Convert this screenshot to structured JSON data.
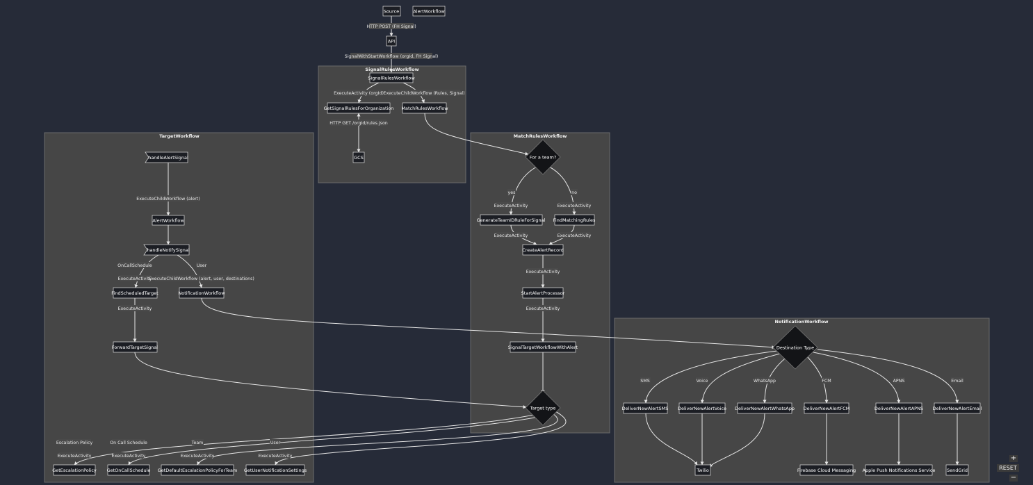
{
  "clusters": {
    "signal_rules": "SignalRulesWorkflow",
    "target": "TargetWorkflow",
    "match_rules": "MatchRulesWorkflow",
    "notification": "NotificationWorkflow"
  },
  "nodes": {
    "source": "Source",
    "alert_workflow_top": "AlertWorkflow",
    "api": "API",
    "signal_rules_workflow": "SignalRulesWorkflow",
    "get_signal_rules": "GetSignalRulesForOrganization",
    "match_rules_workflow": "MatchRulesWorkflow",
    "gcs": "GCS",
    "handle_alert_signal": "handleAlertSignal",
    "alert_workflow": "AlertWorkflow",
    "handle_notify_signal": "handleNotifySignal",
    "find_scheduled_target": "FindScheduledTarget",
    "notification_workflow": "NotificationWorkflow",
    "forward_target_signal": "ForwardTargetSignal",
    "for_a_team": "For a team?",
    "generate_team_id_rule": "GenerateTeamIDRuleForSignal",
    "find_matching_rules": "FindMatchingRules",
    "create_alert_record": "CreateAlertRecord",
    "start_alert_processor": "StartAlertProcessor",
    "signal_target_workflow": "SignalTargetWorkflowWithAlert",
    "target_type": "Target type",
    "destination_type": "Destination Type",
    "deliver_sms": "DeliverNewAlertSMS",
    "deliver_voice": "DeliverNewAlertVoice",
    "deliver_whatsapp": "DeliverNewAlertWhatsApp",
    "deliver_fcm": "DeliverNewAlertFCM",
    "deliver_apns": "DeliverNewAlertAPNS",
    "deliver_email": "DeliverNewAlertEmail",
    "twilio": "Twilio",
    "firebase": "Firebase Cloud Messaging",
    "apple_push": "Apple Push Notifications Service",
    "sendgrid": "SendGrid",
    "get_escalation_policy": "GetEscalationPolicy",
    "get_on_call_schedule": "GetOnCallSchedule",
    "get_default_escalation": "GetDefaultEscalationPolicyForTeam",
    "get_user_notification": "GetUserNotificationSettings"
  },
  "edge_labels": {
    "http_post": "HTTP POST (FH Signal)",
    "signal_with_start": "SignalWithStartWorkflow (orgId, FH Signal)",
    "execute_activity_orgid": "ExecuteActivity (orgId)",
    "execute_child_rules": "ExecuteChildWorkflow (Rules, Signal)",
    "http_get_rules": "HTTP GET /orgId/rules.json",
    "execute_child_alert": "ExecuteChildWorkflow (alert)",
    "on_call_schedule": "OnCallSchedule",
    "user": "User",
    "execute_activity": "ExecuteActivity",
    "execute_child_alert_user_dest": "ExecuteChildWorkflow (alert, user, destinations)",
    "yes": "yes",
    "no": "no",
    "sms": "SMS",
    "voice": "Voice",
    "whatsapp": "WhatsApp",
    "fcm": "FCM",
    "apns": "APNS",
    "email": "Email",
    "escalation_policy": "Escalation Policy",
    "on_call_schedule_sp": "On Call Schedule",
    "team": "Team",
    "user_lower": "User"
  },
  "controls": {
    "zoom_in": "+",
    "reset": "RESET",
    "zoom_out": "−"
  },
  "colors": {
    "background": "#262b38",
    "cluster": "#464646",
    "node": "#1c1e24",
    "edge": "#e6e6e6"
  }
}
